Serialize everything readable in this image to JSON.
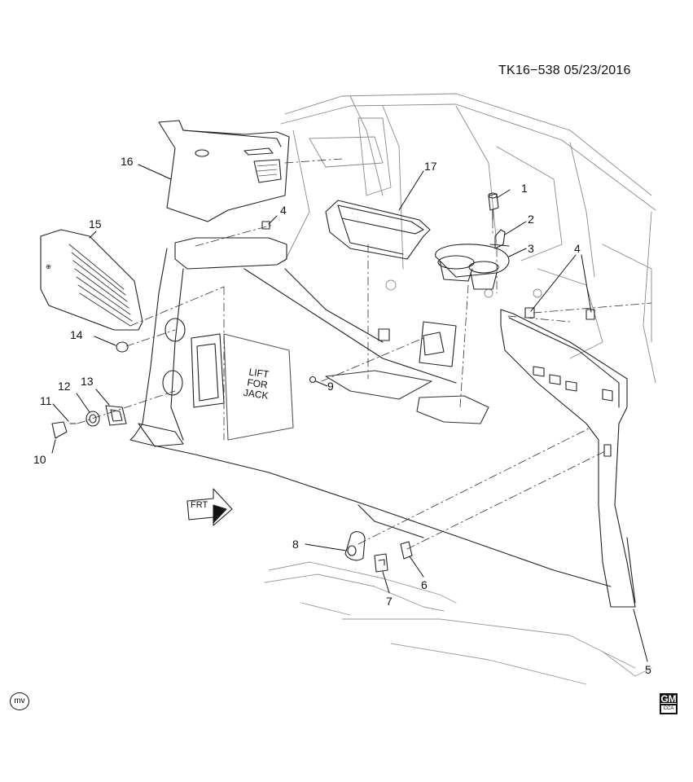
{
  "header": {
    "doc_id": "TK16−538  05/23/2016"
  },
  "callouts": [
    {
      "n": "1"
    },
    {
      "n": "2"
    },
    {
      "n": "3"
    },
    {
      "n": "4"
    },
    {
      "n": "4"
    },
    {
      "n": "5"
    },
    {
      "n": "6"
    },
    {
      "n": "7"
    },
    {
      "n": "8"
    },
    {
      "n": "9"
    },
    {
      "n": "10"
    },
    {
      "n": "11"
    },
    {
      "n": "12"
    },
    {
      "n": "13"
    },
    {
      "n": "14"
    },
    {
      "n": "15"
    },
    {
      "n": "16"
    },
    {
      "n": "17"
    }
  ],
  "panel_text": {
    "jack": "LIFT FOR JACK",
    "frt": "FRT"
  },
  "footer": {
    "mv": "mv",
    "gm": "GM",
    "gm_sub": "CCA"
  },
  "icons": [
    "frt-arrow-icon",
    "mv-icon",
    "gm-logo-icon"
  ]
}
